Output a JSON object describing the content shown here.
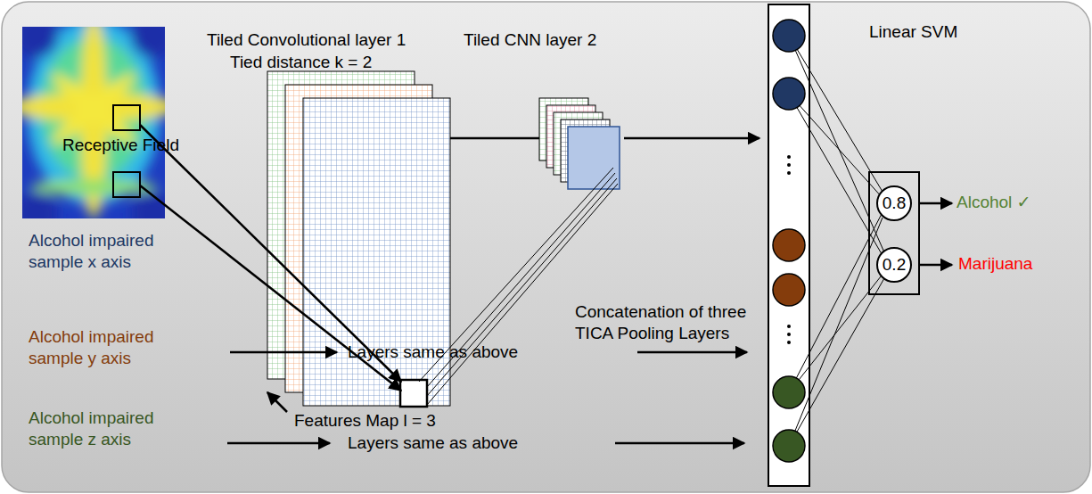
{
  "diagram": {
    "nodes": [
      {
        "text": [
          "0.8"
        ]
      },
      {
        "text": [
          "0.2"
        ]
      }
    ],
    "labels": [
      "Tiled Convolutional layer 1",
      "Tied distance k = 2",
      "Tiled CNN layer 2",
      "Linear SVM",
      "Receptive Field",
      "Features Map l = 3",
      "Concatenation of three TICA Pooling Layers",
      "Alcohol impaired sample x axis",
      "Alcohol impaired sample y axis",
      "Layers same as above",
      "Alcohol impaired sample z axis",
      "Layers same as above",
      "Alcohol ✓",
      "Marijuana"
    ]
  }
}
